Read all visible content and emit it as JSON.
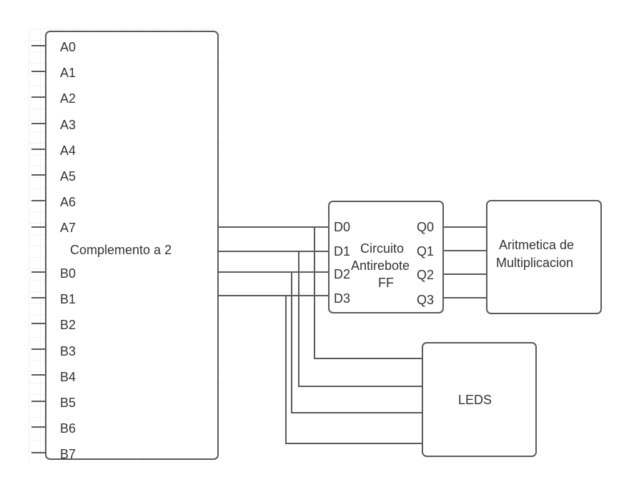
{
  "blocks": {
    "complemento": {
      "title": "Complemento a 2",
      "pins": [
        "A0",
        "A1",
        "A2",
        "A3",
        "A4",
        "A5",
        "A6",
        "A7",
        "B0",
        "B1",
        "B2",
        "B3",
        "B4",
        "B5",
        "B6",
        "B7"
      ]
    },
    "antirebote": {
      "title_lines": [
        "Circuito",
        "Antirebote",
        "FF"
      ],
      "inputs": [
        "D0",
        "D1",
        "D2",
        "D3"
      ],
      "outputs": [
        "Q0",
        "Q1",
        "Q2",
        "Q3"
      ]
    },
    "aritmetica": {
      "title_lines": [
        "Aritmetica de",
        "Multiplicacion"
      ]
    },
    "leds": {
      "title": "LEDS"
    }
  },
  "colors": {
    "line": "#5a5a5a",
    "text": "#333333",
    "background": "#ffffff"
  }
}
